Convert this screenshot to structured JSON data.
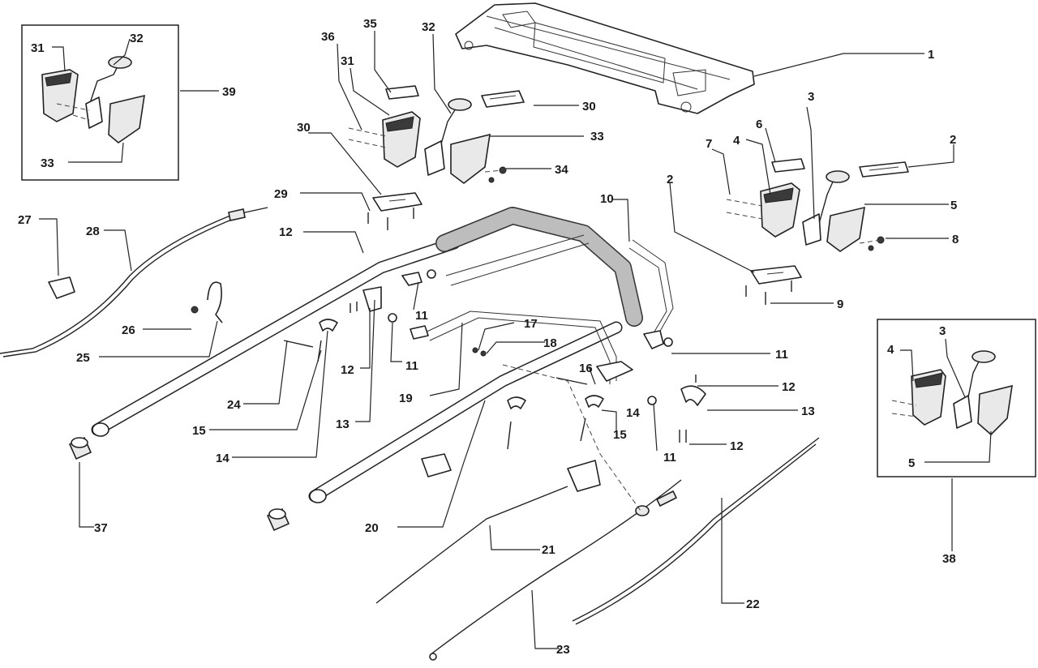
{
  "diagram": {
    "callouts": [
      {
        "id": "c1",
        "text": "1"
      },
      {
        "id": "c2a",
        "text": "2"
      },
      {
        "id": "c2b",
        "text": "2"
      },
      {
        "id": "c3a",
        "text": "3"
      },
      {
        "id": "c3b",
        "text": "3"
      },
      {
        "id": "c4a",
        "text": "4"
      },
      {
        "id": "c4b",
        "text": "4"
      },
      {
        "id": "c5a",
        "text": "5"
      },
      {
        "id": "c5b",
        "text": "5"
      },
      {
        "id": "c6",
        "text": "6"
      },
      {
        "id": "c7",
        "text": "7"
      },
      {
        "id": "c8",
        "text": "8"
      },
      {
        "id": "c9",
        "text": "9"
      },
      {
        "id": "c10",
        "text": "10"
      },
      {
        "id": "c11a",
        "text": "11"
      },
      {
        "id": "c11b",
        "text": "11"
      },
      {
        "id": "c11c",
        "text": "11"
      },
      {
        "id": "c11d",
        "text": "11"
      },
      {
        "id": "c12a",
        "text": "12"
      },
      {
        "id": "c12b",
        "text": "12"
      },
      {
        "id": "c12c",
        "text": "12"
      },
      {
        "id": "c12d",
        "text": "12"
      },
      {
        "id": "c13a",
        "text": "13"
      },
      {
        "id": "c13b",
        "text": "13"
      },
      {
        "id": "c14a",
        "text": "14"
      },
      {
        "id": "c14b",
        "text": "14"
      },
      {
        "id": "c15a",
        "text": "15"
      },
      {
        "id": "c15b",
        "text": "15"
      },
      {
        "id": "c16",
        "text": "16"
      },
      {
        "id": "c17",
        "text": "17"
      },
      {
        "id": "c18",
        "text": "18"
      },
      {
        "id": "c19",
        "text": "19"
      },
      {
        "id": "c20",
        "text": "20"
      },
      {
        "id": "c21",
        "text": "21"
      },
      {
        "id": "c22",
        "text": "22"
      },
      {
        "id": "c23",
        "text": "23"
      },
      {
        "id": "c24",
        "text": "24"
      },
      {
        "id": "c25",
        "text": "25"
      },
      {
        "id": "c26",
        "text": "26"
      },
      {
        "id": "c27",
        "text": "27"
      },
      {
        "id": "c28",
        "text": "28"
      },
      {
        "id": "c29",
        "text": "29"
      },
      {
        "id": "c30a",
        "text": "30"
      },
      {
        "id": "c30b",
        "text": "30"
      },
      {
        "id": "c31a",
        "text": "31"
      },
      {
        "id": "c31b",
        "text": "31"
      },
      {
        "id": "c32a",
        "text": "32"
      },
      {
        "id": "c32b",
        "text": "32"
      },
      {
        "id": "c33a",
        "text": "33"
      },
      {
        "id": "c33b",
        "text": "33"
      },
      {
        "id": "c34",
        "text": "34"
      },
      {
        "id": "c35",
        "text": "35"
      },
      {
        "id": "c36",
        "text": "36"
      },
      {
        "id": "c37",
        "text": "37"
      },
      {
        "id": "c38",
        "text": "38"
      },
      {
        "id": "c39",
        "text": "39"
      }
    ]
  }
}
